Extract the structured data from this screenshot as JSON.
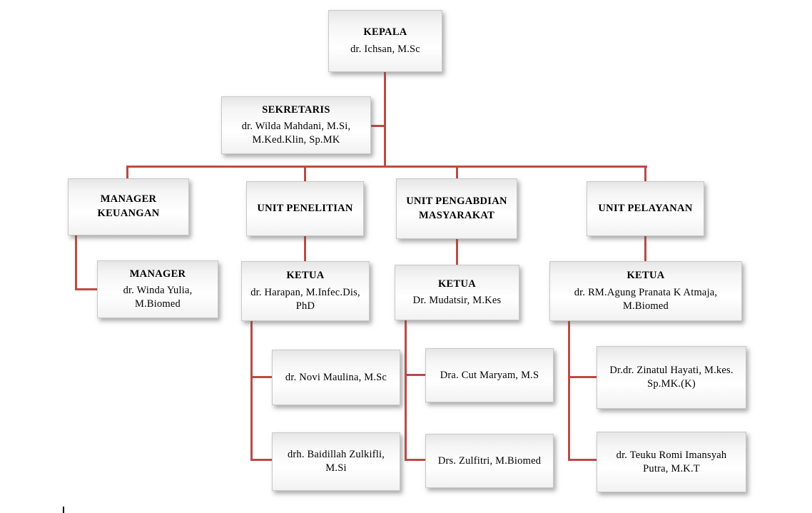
{
  "meta": {
    "line_color": "#bb4b45",
    "background_color": "#ffffff",
    "box_border_color": "#c8c8c8"
  },
  "nodes": {
    "kepala": {
      "title": "KEPALA",
      "person": "dr. Ichsan, M.Sc"
    },
    "sekretaris": {
      "title": "SEKRETARIS",
      "person": "dr. Wilda Mahdani, M.Si, M.Ked.Klin, Sp.MK"
    },
    "manager_keuangan": {
      "title": "MANAGER KEUANGAN"
    },
    "unit_penelitian": {
      "title": "UNIT PENELITIAN"
    },
    "unit_pengabdian": {
      "title": "UNIT PENGABDIAN MASYARAKAT"
    },
    "unit_pelayanan": {
      "title": "UNIT PELAYANAN"
    },
    "manager": {
      "title": "MANAGER",
      "person": "dr. Winda Yulia, M.Biomed"
    },
    "ketua_penelitian": {
      "title": "KETUA",
      "person": "dr. Harapan, M.Infec.Dis, PhD"
    },
    "ketua_pengabdian": {
      "title": "KETUA",
      "person": "Dr. Mudatsir, M.Kes"
    },
    "ketua_pelayanan": {
      "title": "KETUA",
      "person": "dr. RM.Agung Pranata K Atmaja, M.Biomed"
    },
    "penelitian_member_1": {
      "person": "dr. Novi Maulina, M.Sc"
    },
    "penelitian_member_2": {
      "person": "drh. Baidillah Zulkifli, M.Si"
    },
    "pengabdian_member_1": {
      "person": "Dra. Cut Maryam, M.S"
    },
    "pengabdian_member_2": {
      "person": "Drs. Zulfitri, M.Biomed"
    },
    "pelayanan_member_1": {
      "person": "Dr.dr. Zinatul Hayati, M.kes. Sp.MK.(K)"
    },
    "pelayanan_member_2": {
      "person": "dr. Teuku Romi Imansyah Putra, M.K.T"
    }
  }
}
